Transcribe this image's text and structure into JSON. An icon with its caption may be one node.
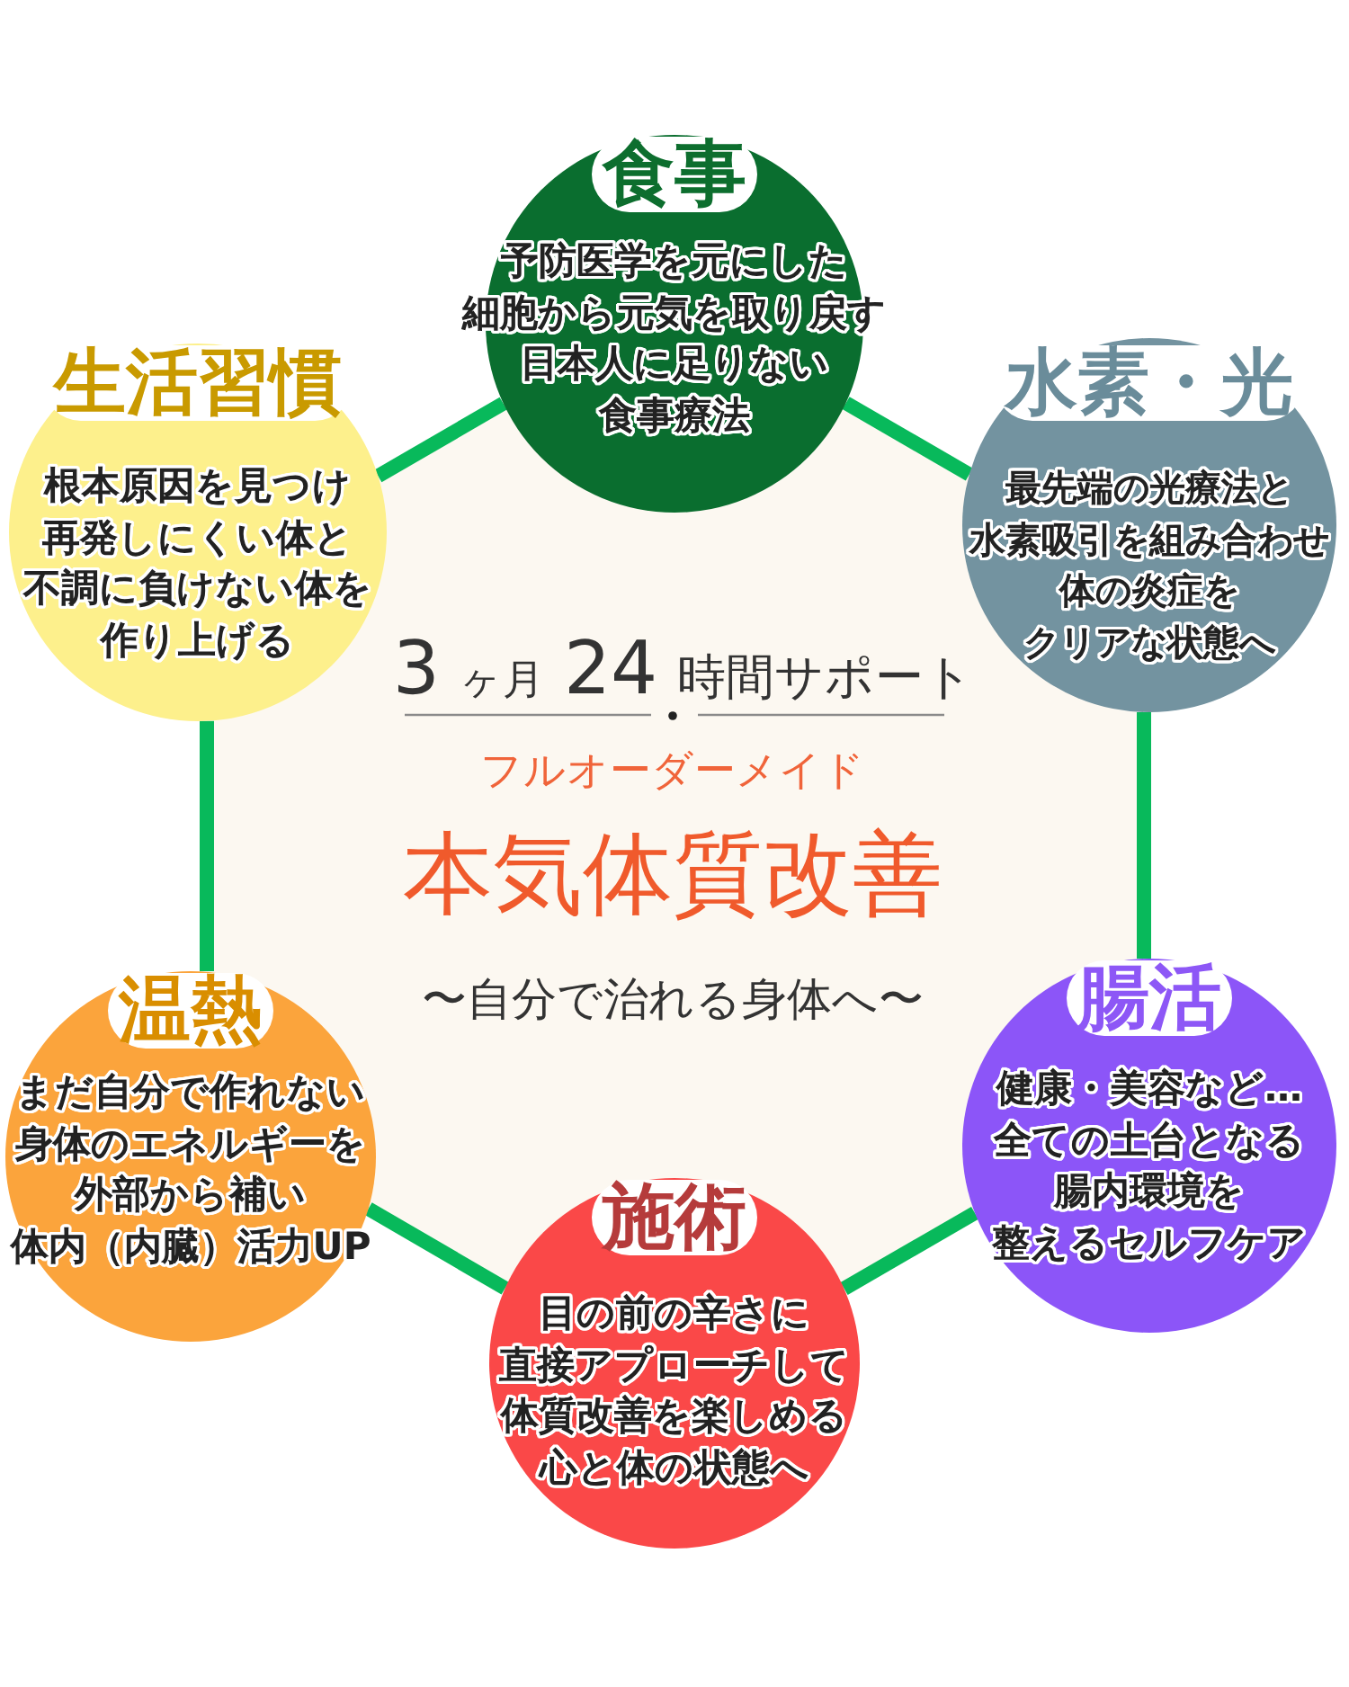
{
  "diagram": {
    "nodes": [
      {
        "text": [
          "食事",
          "予防医学を元にした細胞から元気を取り戻す日本人に足りない食事療法"
        ]
      },
      {
        "text": [
          "生活習慣",
          "根本原因を見つけ再発しにくい体と不調に負けない体を作り上げる"
        ]
      },
      {
        "text": [
          "水素・光",
          "最先端の光療法と水素吸引を組み合わせ体の炎症をクリアな状態へ"
        ]
      },
      {
        "text": [
          "3ヶ月24時間サポート",
          "フルオーダーメイド",
          "本気体質改善",
          "〜自分で治れる身体へ〜"
        ]
      },
      {
        "text": [
          "温熱",
          "まだ自分で作れない身体のエネルギーを外部から補い体内（内臓）活力UP"
        ]
      },
      {
        "text": [
          "腸活",
          "健康・美容など…全ての土台となる腸内環境を整えるセルフケア"
        ]
      },
      {
        "text": [
          "施術",
          "目の前の辛さに直接アプローチして体質改善を楽しめる心と体の状態へ"
        ]
      }
    ],
    "edges": [
      {
        "from": 0,
        "to": 2,
        "arrow": "none"
      },
      {
        "from": 2,
        "to": 5,
        "arrow": "none"
      },
      {
        "from": 5,
        "to": 6,
        "arrow": "none"
      },
      {
        "from": 6,
        "to": 4,
        "arrow": "none"
      },
      {
        "from": 4,
        "to": 1,
        "arrow": "none"
      },
      {
        "from": 1,
        "to": 0,
        "arrow": "none"
      }
    ]
  }
}
